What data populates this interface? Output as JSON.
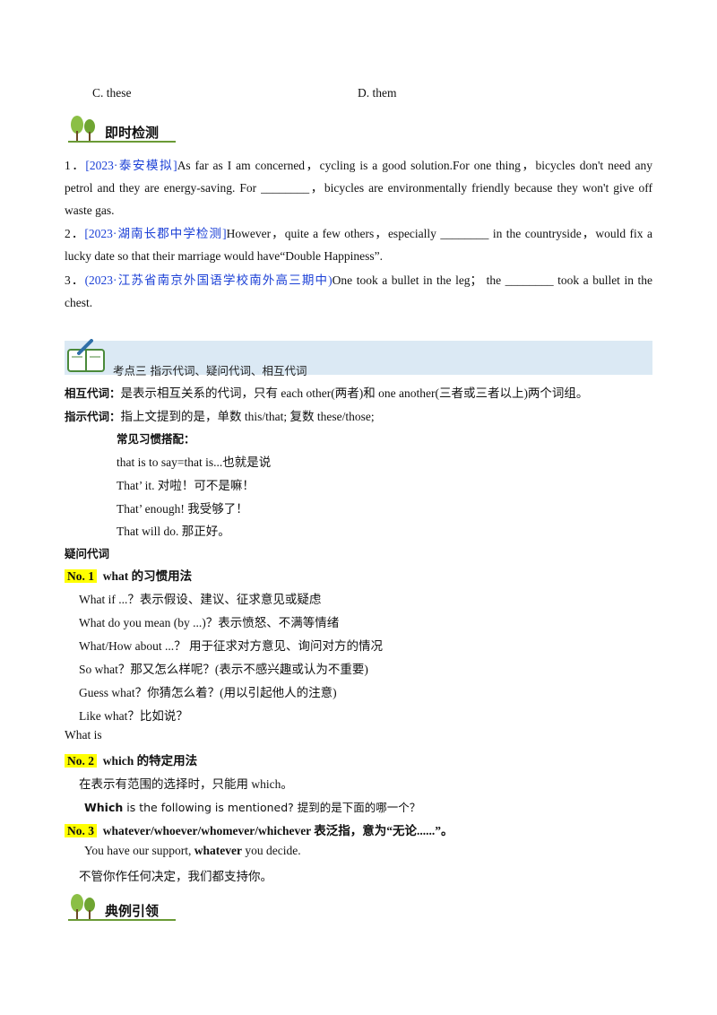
{
  "options": {
    "c": "C. these",
    "d": "D. them"
  },
  "section1": {
    "title": "即时检测"
  },
  "questions": [
    {
      "num": "1．",
      "source": "[2023·泰安模拟]",
      "line1": "As far as I am concerned，cycling is a good solution.For one thing，bicycles don't need any",
      "line2": "petrol and they are energy-saving. For ________，bicycles are environmentally friendly because they won't give off",
      "line3": "waste gas."
    },
    {
      "num": "2．",
      "source": "[2023·湖南长郡中学检测]",
      "line1": "However，quite a few others，especially ________ in the countryside，would fix a",
      "line2": "lucky date so that their marriage would have“Double Happiness”."
    },
    {
      "num": "3．",
      "source": "(2023·江苏省南京外国语学校南外高三期中)",
      "line1": "One took a bullet in the leg； the ________ took a bullet in the",
      "line2": "chest."
    }
  ],
  "banner": {
    "title": "考点三  指示代词、疑问代词、相互代词"
  },
  "reciprocal": {
    "label": "相互代词：",
    "text": "是表示相互关系的代词，只有 each  other(两者)和 one  another(三者或三者以上)两个词组。"
  },
  "demonstrative": {
    "label": "指示代词：",
    "text": "指上文提到的是，单数 this/that;  复数 these/those;"
  },
  "collocations": {
    "heading": "常见习惯搭配：",
    "items": [
      "that  is  to  say=that  is...也就是说",
      "That’ it.  对啦！可不是嘛！",
      "That’ enough!  我受够了！",
      "That  will  do.  那正好。"
    ]
  },
  "interrogative": {
    "heading": "疑问代词"
  },
  "no1": {
    "badge": "No.  1",
    "title": "what 的习惯用法",
    "items": [
      "What if ...？表示假设、建议、征求意见或疑虑",
      "What do you mean (by ...)？表示愤怒、不满等情绪",
      "What/How about ...？  用于征求对方意见、询问对方的情况",
      "So what？那又怎么样呢？(表示不感兴趣或认为不重要)",
      "Guess what？你猜怎么着？(用以引起他人的注意)",
      "Like what？比如说？"
    ],
    "extra": "What is"
  },
  "no2": {
    "badge": "No.  2",
    "title": "which 的特定用法",
    "line1": "在表示有范围的选择时，只能用 which。",
    "ex_bold": "Which",
    "ex_rest": "  is  the  following  is  mentioned?  提到的是下面的哪一个？"
  },
  "no3": {
    "badge": "No.  3",
    "title": "whatever/whoever/whomever/whichever 表泛指，意为“无论......”。",
    "ex_a": "You  have  our  support, ",
    "ex_bold": "whatever",
    "ex_b": "  you  decide.",
    "translation": "不管你作任何决定，我们都支持你。"
  },
  "section2": {
    "title": "典例引领"
  },
  "colors": {
    "blue": "#1a3fd6",
    "highlight": "#ffff00",
    "banner": "#dbe9f4",
    "tree": "#7aa83a"
  }
}
